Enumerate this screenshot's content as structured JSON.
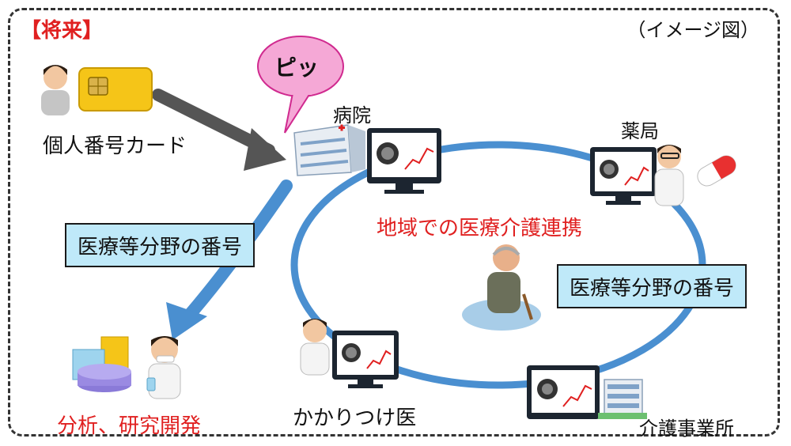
{
  "title": "【将来】",
  "image_note": "（イメージ図）",
  "bubble": "ピッ",
  "card_label": "個人番号カード",
  "hospital": "病院",
  "pharmacy": "薬局",
  "regional_label": "地域での医療介護連携",
  "box_left": "医療等分野の番号",
  "box_right": "医療等分野の番号",
  "research_label": "分析、研究開発",
  "family_doctor": "かかりつけ医",
  "care_office": "介護事業所",
  "colors": {
    "red": "#e02020",
    "blue": "#4a8fd0",
    "box": "#bfe9f9",
    "arrow_gray": "#555555"
  }
}
